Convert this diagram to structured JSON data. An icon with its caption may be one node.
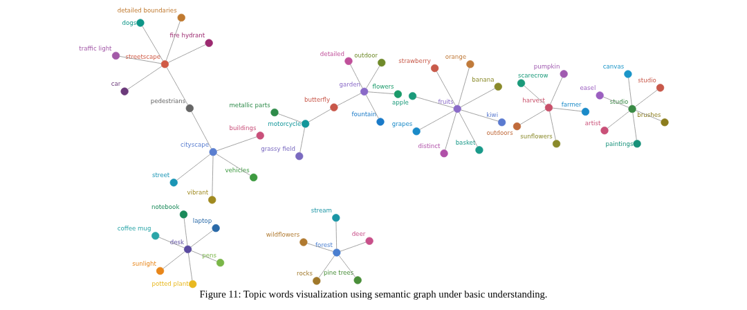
{
  "diagram": {
    "caption": "Figure 11: Topic words visualization using semantic graph under basic understanding.",
    "nodes": [
      {
        "text": [],
        "shape": "circle",
        "beside": [
          "traffic light"
        ]
      },
      {
        "text": [],
        "shape": "circle",
        "beside": [
          "fire hydrant"
        ]
      },
      {
        "text": [],
        "shape": "circle",
        "beside": [
          "car"
        ]
      },
      {
        "text": [],
        "shape": "circle",
        "beside": [
          "detailed boundaries"
        ]
      },
      {
        "text": [],
        "shape": "circle",
        "beside": [
          "streetscape"
        ]
      },
      {
        "text": [],
        "shape": "circle",
        "beside": [
          "dogs"
        ]
      },
      {
        "text": [],
        "shape": "circle",
        "beside": [
          "pedestrians"
        ]
      },
      {
        "text": [],
        "shape": "circle",
        "beside": [
          "buildings"
        ]
      },
      {
        "text": [],
        "shape": "circle",
        "beside": [
          "cityscape"
        ]
      },
      {
        "text": [],
        "shape": "circle",
        "beside": [
          "vibrant"
        ]
      },
      {
        "text": [],
        "shape": "circle",
        "beside": [
          "vehicles"
        ]
      },
      {
        "text": [],
        "shape": "circle",
        "beside": [
          "street"
        ]
      },
      {
        "text": [],
        "shape": "circle",
        "beside": [
          "easel"
        ]
      },
      {
        "text": [],
        "shape": "circle",
        "beside": [
          "brushes"
        ]
      },
      {
        "text": [],
        "shape": "circle",
        "beside": [
          "paintings"
        ]
      },
      {
        "text": [],
        "shape": "circle",
        "beside": [
          "studio"
        ]
      },
      {
        "text": [],
        "shape": "circle",
        "beside": [
          "studio"
        ]
      },
      {
        "text": [],
        "shape": "circle",
        "beside": [
          "canvas"
        ]
      },
      {
        "text": [],
        "shape": "circle",
        "beside": [
          "artist"
        ]
      },
      {
        "text": [],
        "shape": "circle",
        "beside": [
          "rocks"
        ]
      },
      {
        "text": [],
        "shape": "circle",
        "beside": [
          "pine trees"
        ]
      },
      {
        "text": [],
        "shape": "circle",
        "beside": [
          "forest"
        ]
      },
      {
        "text": [],
        "shape": "circle",
        "beside": [
          "stream"
        ]
      },
      {
        "text": [],
        "shape": "circle",
        "beside": [
          "deer"
        ]
      },
      {
        "text": [],
        "shape": "circle",
        "beside": [
          "wildflowers"
        ]
      },
      {
        "text": [],
        "shape": "circle",
        "beside": [
          "metallic parts"
        ]
      },
      {
        "text": [],
        "shape": "circle",
        "beside": [
          "grassy field"
        ]
      },
      {
        "text": [],
        "shape": "circle",
        "beside": [
          "motorcycle"
        ]
      },
      {
        "text": [],
        "shape": "circle",
        "beside": [
          "coffee mug"
        ]
      },
      {
        "text": [],
        "shape": "circle",
        "beside": [
          "pens"
        ]
      },
      {
        "text": [],
        "shape": "circle",
        "beside": [
          "potted plant"
        ]
      },
      {
        "text": [],
        "shape": "circle",
        "beside": [
          "desk"
        ]
      },
      {
        "text": [],
        "shape": "circle",
        "beside": [
          "laptop"
        ]
      },
      {
        "text": [],
        "shape": "circle",
        "beside": [
          "notebook"
        ]
      },
      {
        "text": [],
        "shape": "circle",
        "beside": [
          "sunlight"
        ]
      },
      {
        "text": [],
        "shape": "circle",
        "beside": [
          "butterfly"
        ]
      },
      {
        "text": [],
        "shape": "circle",
        "beside": [
          "outdoor"
        ]
      },
      {
        "text": [],
        "shape": "circle",
        "beside": [
          "detailed"
        ]
      },
      {
        "text": [],
        "shape": "circle",
        "beside": [
          "garden"
        ]
      },
      {
        "text": [],
        "shape": "circle",
        "beside": [
          "flowers"
        ]
      },
      {
        "text": [],
        "shape": "circle",
        "beside": [
          "fountain"
        ]
      },
      {
        "text": [],
        "shape": "circle",
        "beside": [
          "apple"
        ]
      },
      {
        "text": [],
        "shape": "circle",
        "beside": [
          "banana"
        ]
      },
      {
        "text": [],
        "shape": "circle",
        "beside": [
          "basket"
        ]
      },
      {
        "text": [],
        "shape": "circle",
        "beside": [
          "orange"
        ]
      },
      {
        "text": [],
        "shape": "circle",
        "beside": [
          "fruits"
        ]
      },
      {
        "text": [],
        "shape": "circle",
        "beside": [
          "strawberry"
        ]
      },
      {
        "text": [],
        "shape": "circle",
        "beside": [
          "grapes"
        ]
      },
      {
        "text": [],
        "shape": "circle",
        "beside": [
          "kiwi"
        ]
      },
      {
        "text": [],
        "shape": "circle",
        "beside": [
          "distinct"
        ]
      },
      {
        "text": [],
        "shape": "circle",
        "beside": [
          "scarecrow"
        ]
      },
      {
        "text": [],
        "shape": "circle",
        "beside": [
          "farmer"
        ]
      },
      {
        "text": [],
        "shape": "circle",
        "beside": [
          "sunflowers"
        ]
      },
      {
        "text": [],
        "shape": "circle",
        "beside": [
          "harvest"
        ]
      },
      {
        "text": [],
        "shape": "circle",
        "beside": [
          "pumpkin"
        ]
      },
      {
        "text": [],
        "shape": "circle",
        "beside": [
          "outdoors"
        ]
      }
    ],
    "edges": [
      {
        "from": 4,
        "to": 0,
        "arrow": "none"
      },
      {
        "from": 4,
        "to": 1,
        "arrow": "none"
      },
      {
        "from": 4,
        "to": 2,
        "arrow": "none"
      },
      {
        "from": 4,
        "to": 3,
        "arrow": "none"
      },
      {
        "from": 4,
        "to": 5,
        "arrow": "none"
      },
      {
        "from": 4,
        "to": 6,
        "arrow": "none"
      },
      {
        "from": 6,
        "to": 8,
        "arrow": "none"
      },
      {
        "from": 8,
        "to": 7,
        "arrow": "none"
      },
      {
        "from": 8,
        "to": 9,
        "arrow": "none"
      },
      {
        "from": 8,
        "to": 10,
        "arrow": "none"
      },
      {
        "from": 8,
        "to": 11,
        "arrow": "none"
      },
      {
        "from": 15,
        "to": 12,
        "arrow": "none"
      },
      {
        "from": 15,
        "to": 13,
        "arrow": "none"
      },
      {
        "from": 15,
        "to": 14,
        "arrow": "none"
      },
      {
        "from": 15,
        "to": 16,
        "arrow": "none"
      },
      {
        "from": 15,
        "to": 17,
        "arrow": "none"
      },
      {
        "from": 15,
        "to": 18,
        "arrow": "none"
      },
      {
        "from": 21,
        "to": 19,
        "arrow": "none"
      },
      {
        "from": 21,
        "to": 20,
        "arrow": "none"
      },
      {
        "from": 21,
        "to": 22,
        "arrow": "none"
      },
      {
        "from": 21,
        "to": 23,
        "arrow": "none"
      },
      {
        "from": 21,
        "to": 24,
        "arrow": "none"
      },
      {
        "from": 27,
        "to": 25,
        "arrow": "none"
      },
      {
        "from": 27,
        "to": 26,
        "arrow": "none"
      },
      {
        "from": 27,
        "to": 35,
        "arrow": "none"
      },
      {
        "from": 31,
        "to": 28,
        "arrow": "none"
      },
      {
        "from": 31,
        "to": 29,
        "arrow": "none"
      },
      {
        "from": 31,
        "to": 30,
        "arrow": "none"
      },
      {
        "from": 31,
        "to": 32,
        "arrow": "none"
      },
      {
        "from": 31,
        "to": 33,
        "arrow": "none"
      },
      {
        "from": 31,
        "to": 34,
        "arrow": "none"
      },
      {
        "from": 35,
        "to": 38,
        "arrow": "none"
      },
      {
        "from": 38,
        "to": 36,
        "arrow": "none"
      },
      {
        "from": 38,
        "to": 37,
        "arrow": "none"
      },
      {
        "from": 38,
        "to": 39,
        "arrow": "none"
      },
      {
        "from": 38,
        "to": 40,
        "arrow": "none"
      },
      {
        "from": 45,
        "to": 41,
        "arrow": "none"
      },
      {
        "from": 45,
        "to": 42,
        "arrow": "none"
      },
      {
        "from": 45,
        "to": 43,
        "arrow": "none"
      },
      {
        "from": 45,
        "to": 44,
        "arrow": "none"
      },
      {
        "from": 45,
        "to": 46,
        "arrow": "none"
      },
      {
        "from": 45,
        "to": 47,
        "arrow": "none"
      },
      {
        "from": 45,
        "to": 48,
        "arrow": "none"
      },
      {
        "from": 45,
        "to": 49,
        "arrow": "none"
      },
      {
        "from": 53,
        "to": 50,
        "arrow": "none"
      },
      {
        "from": 53,
        "to": 51,
        "arrow": "none"
      },
      {
        "from": 53,
        "to": 52,
        "arrow": "none"
      },
      {
        "from": 53,
        "to": 54,
        "arrow": "none"
      },
      {
        "from": 53,
        "to": 55,
        "arrow": "none"
      }
    ]
  }
}
